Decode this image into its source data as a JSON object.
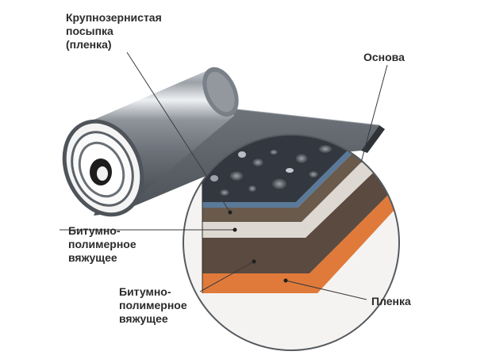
{
  "labels": {
    "coarse_sprinkle": "Крупнозернистая\nпосыпка\n(пленка)",
    "base": "Основа",
    "binder_upper": "Битумно-\nполимерное\nвяжущее",
    "binder_lower": "Битумно-\nполимерное\nвяжущее",
    "film": "Пленка"
  },
  "colors": {
    "film_layer": "#e07a3a",
    "binder_layer": "#5a4a40",
    "base_layer": "#ddd8d2",
    "sprinkle_layer": "#333840",
    "roll_surface": "#6b7178",
    "leader_lines": "#3a3a3a"
  }
}
